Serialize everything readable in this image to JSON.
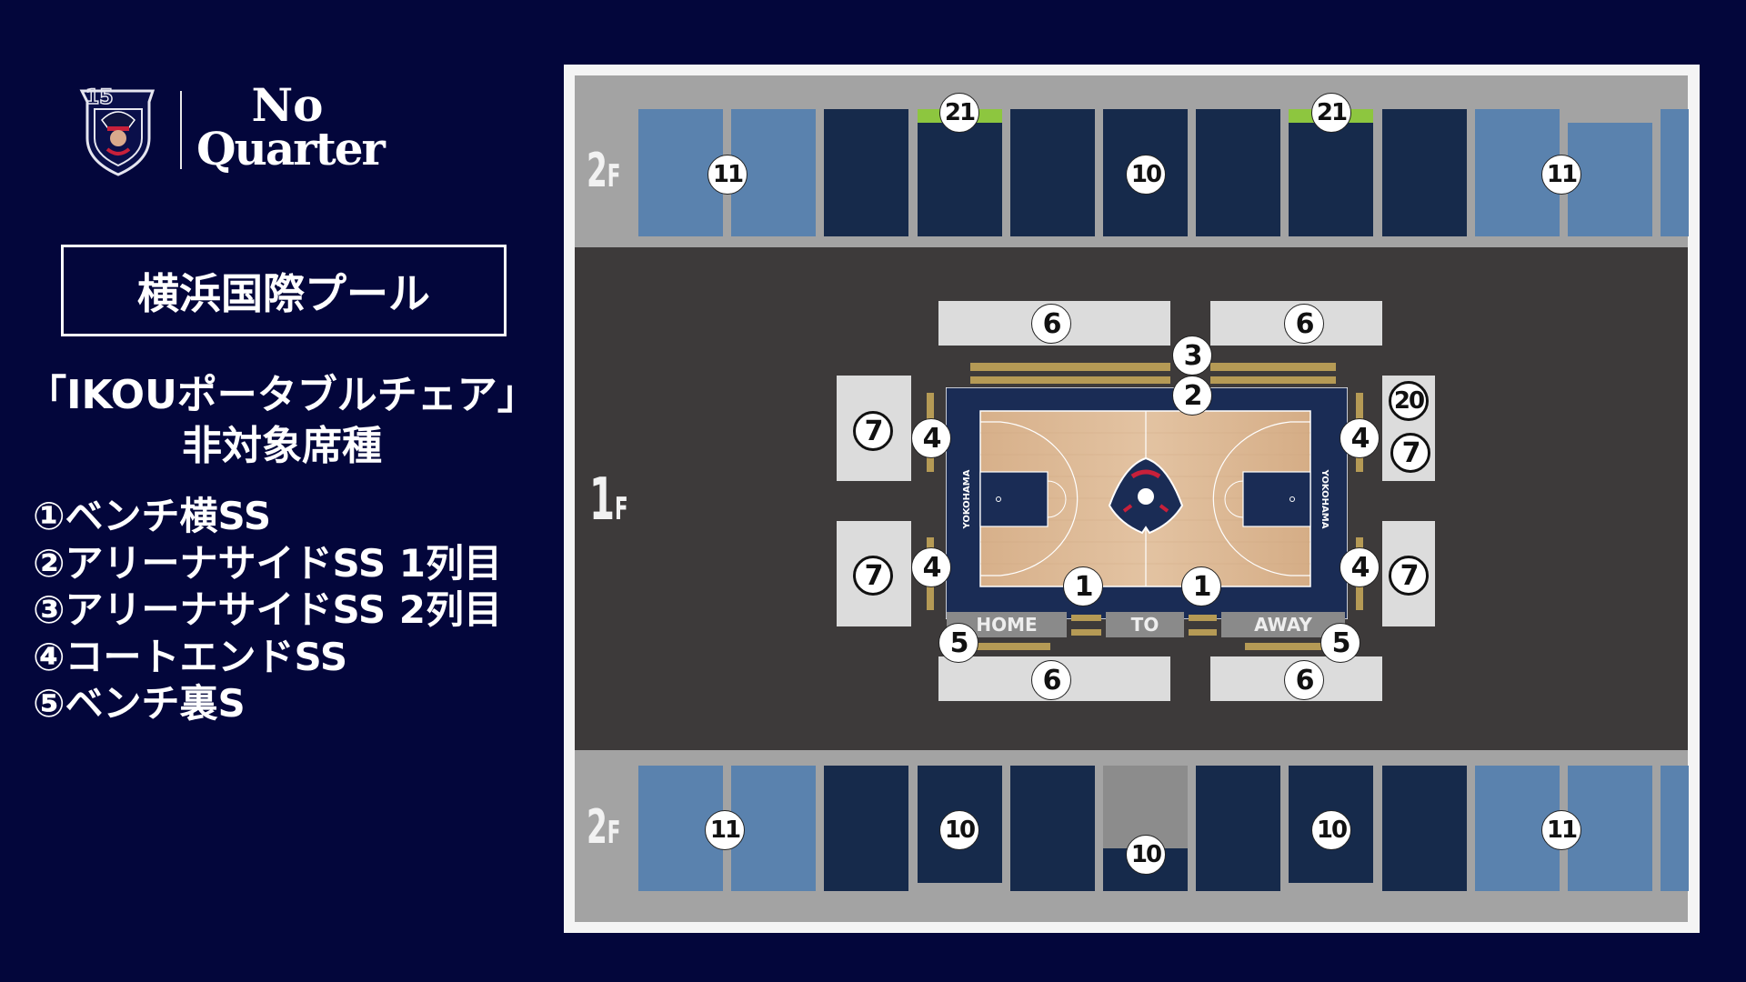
{
  "logo": {
    "number": "15",
    "brand_line1": "No",
    "brand_line2": "Quarter"
  },
  "venue": "横浜国際プール",
  "title": {
    "line1": "「IKOUポータブルチェア」",
    "line2": "非対象席種"
  },
  "legend": [
    "①ベンチ横SS",
    "②アリーナサイドSS 1列目",
    "③アリーナサイドSS 2列目",
    "④コートエンドSS",
    "⑤ベンチ裏S"
  ],
  "floors": {
    "upper": {
      "num": "2",
      "unit": "F"
    },
    "lower": {
      "num": "1",
      "unit": "F"
    }
  },
  "seat_labels": {
    "s1": "1",
    "s2": "2",
    "s3": "3",
    "s4": "4",
    "s5": "5",
    "s6": "6",
    "s7": "7",
    "s10": "10",
    "s11": "11",
    "s20": "20",
    "s21": "21"
  },
  "bench": {
    "home": "HOME",
    "to": "TO",
    "away": "AWAY"
  },
  "court": {
    "side_text": "YOKOHAMA"
  },
  "colors": {
    "background": "#03063b",
    "upper_light": "#5a82ae",
    "upper_dark": "#162a4b",
    "floor": "#3d3a3a",
    "accent_green": "#8dc63f",
    "gold": "#b59a55",
    "court_navy": "#1a2c55"
  }
}
